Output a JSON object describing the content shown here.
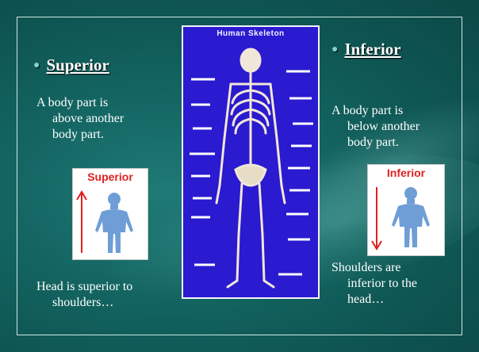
{
  "left": {
    "heading": "Superior",
    "description_lines": [
      "A body part is",
      "above another",
      "body part."
    ],
    "card_label": "Superior",
    "example_lines": [
      "Head is superior to",
      "shoulders…"
    ]
  },
  "right": {
    "heading": "Inferior",
    "description_lines": [
      "A body part is",
      "below another",
      "body part."
    ],
    "card_label": "Inferior",
    "example_lines": [
      "Shoulders are",
      "inferior to the",
      "head…"
    ]
  },
  "center": {
    "image_title": "Human Skeleton"
  },
  "colors": {
    "background": "#146663",
    "arrow_red": "#e02020",
    "figure_blue": "#6f9ed6",
    "skeleton_bg": "#2a1ad0"
  },
  "icons": [
    "bullet-icon",
    "up-arrow-icon",
    "down-arrow-icon",
    "body-figure-icon",
    "skeleton-icon"
  ]
}
